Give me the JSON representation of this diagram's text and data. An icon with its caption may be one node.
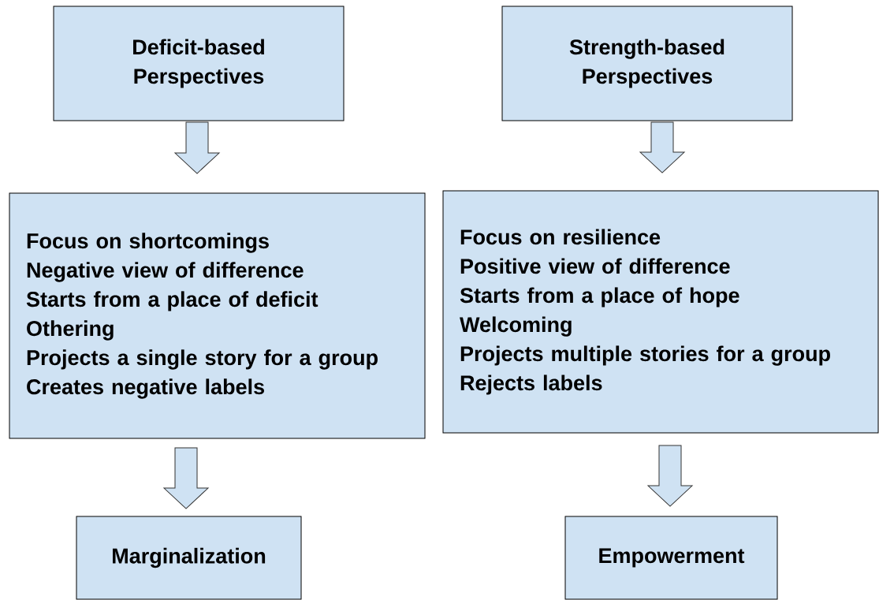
{
  "diagram": {
    "nodes": [
      {
        "text": [
          "Deficit-based Perspectives"
        ]
      },
      {
        "text": [
          "Strength-based Perspectives"
        ]
      },
      {
        "text": [
          "Focus on shortcomings",
          "Negative view of difference",
          "Starts from a place of deficit",
          "Othering",
          "Projects a single story for a group",
          "Creates negative labels"
        ]
      },
      {
        "text": [
          "Focus on resilience",
          "Positive view of difference",
          "Starts from a place of hope",
          "Welcoming",
          "Projects multiple stories for a group",
          "Rejects labels"
        ]
      },
      {
        "text": [
          "Marginalization"
        ]
      },
      {
        "text": [
          "Empowerment"
        ]
      }
    ],
    "edges": [
      {
        "from": 0,
        "to": 2,
        "arrow": "to"
      },
      {
        "from": 2,
        "to": 4,
        "arrow": "to"
      },
      {
        "from": 1,
        "to": 3,
        "arrow": "to"
      },
      {
        "from": 3,
        "to": 5,
        "arrow": "to"
      }
    ]
  }
}
